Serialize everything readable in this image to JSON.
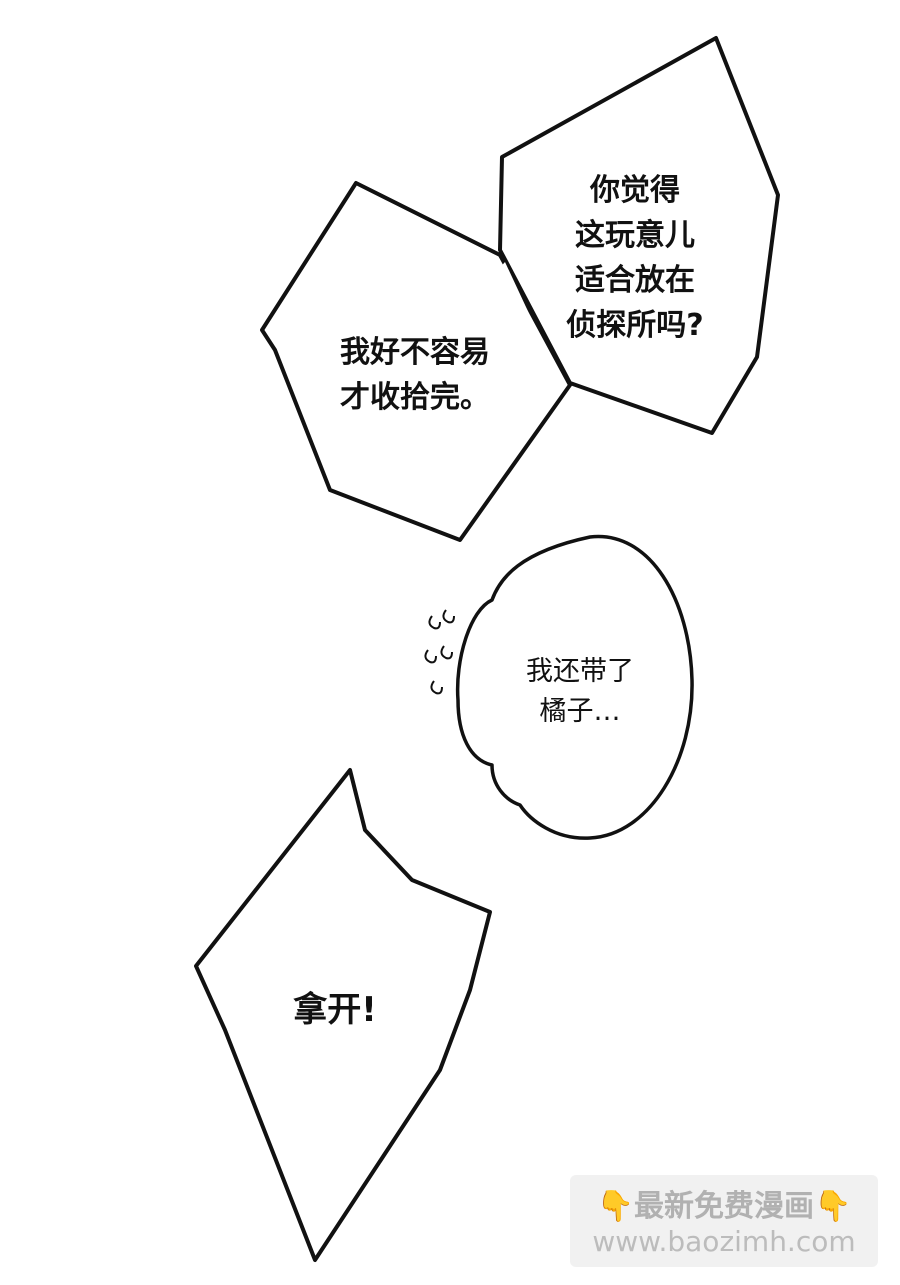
{
  "bubbles": {
    "top_right": {
      "text": "你觉得\n这玩意儿\n适合放在\n侦探所吗?"
    },
    "top_left": {
      "text": "我好不容易\n才收拾完。"
    },
    "middle": {
      "text": "我还带了\n橘子…"
    },
    "bottom": {
      "text": "拿开!"
    }
  },
  "watermark": {
    "line1": "最新免费漫画",
    "line2": "www.baozimh.com",
    "hand_icon": "pointing-down-hand-icon"
  },
  "colors": {
    "ink": "#111111",
    "background": "#ffffff",
    "watermark_hand": "#f2b82b"
  }
}
